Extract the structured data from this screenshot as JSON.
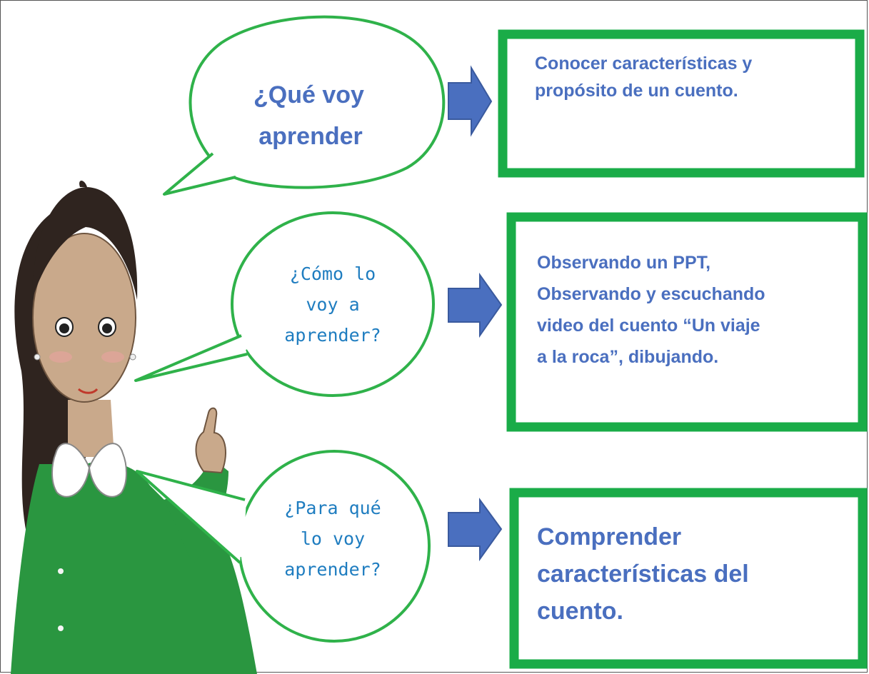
{
  "questions": {
    "q1": [
      "¿Qué voy",
      "aprender"
    ],
    "q2": [
      "¿Cómo lo",
      "voy a",
      "aprender?"
    ],
    "q3": [
      "¿Para qué",
      "lo voy",
      "aprender?"
    ]
  },
  "answers": {
    "a1": [
      "Conocer características y",
      "propósito de un cuento."
    ],
    "a2": [
      "Observando un PPT,",
      "Observando y escuchando",
      "video del cuento “Un viaje",
      "a la roca”, dibujando."
    ],
    "a3": [
      "Comprender",
      "características del",
      "cuento."
    ]
  },
  "colors": {
    "bubble_stroke": "#2fb24a",
    "box_stroke": "#1aac48",
    "arrow_fill": "#4a6fbf",
    "dress": "#2a9640",
    "hair": "#2f241f",
    "skin": "#c9a98b"
  },
  "icons": [
    "teacher-illustration",
    "speech-bubble",
    "right-arrow"
  ]
}
